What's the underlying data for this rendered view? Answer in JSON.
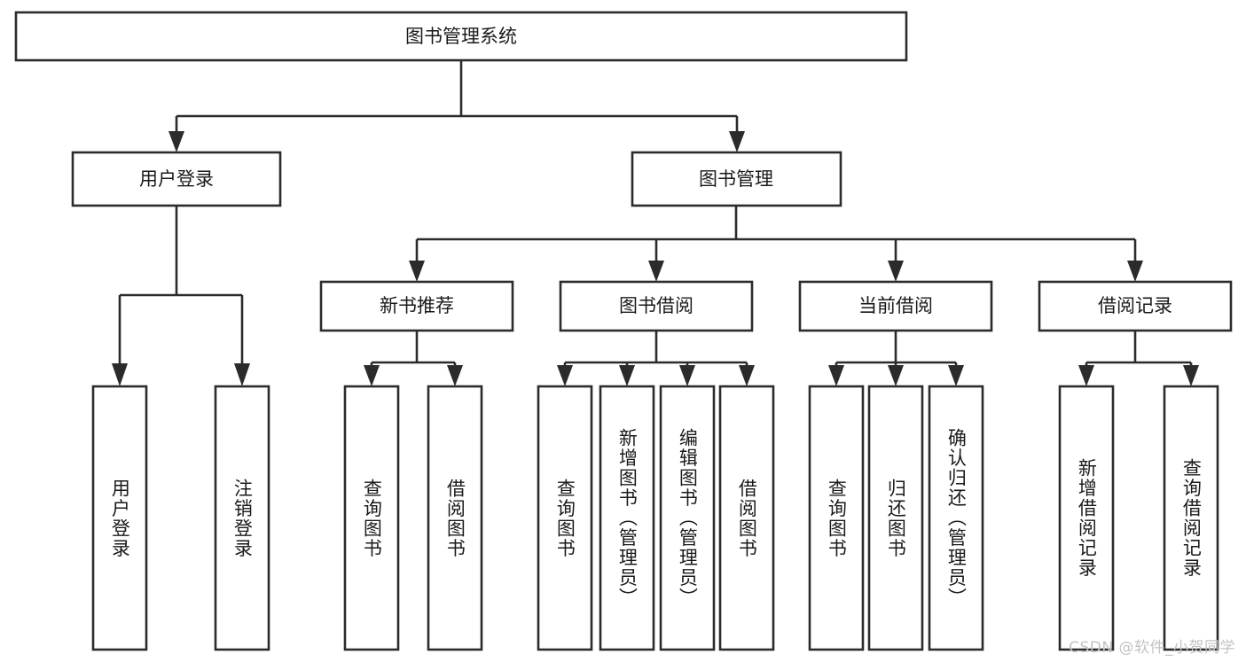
{
  "diagram": {
    "title": "图书管理系统",
    "type": "tree-hierarchy-chart",
    "watermark": "CSDN @软件_小贺同学",
    "colors": {
      "stroke": "#2b2b2b",
      "fill": "#ffffff",
      "text": "#1a1a1a",
      "watermark": "#c3c3c3"
    },
    "root": {
      "label": "图书管理系统"
    },
    "level2": [
      {
        "label": "用户登录"
      },
      {
        "label": "图书管理"
      }
    ],
    "level3": [
      {
        "label": "新书推荐"
      },
      {
        "label": "图书借阅"
      },
      {
        "label": "当前借阅"
      },
      {
        "label": "借阅记录"
      }
    ],
    "leaves": {
      "user_login": [
        {
          "label": "用户登录"
        },
        {
          "label": "注销登录"
        }
      ],
      "new_book_recommend": [
        {
          "label": "查询图书"
        },
        {
          "label": "借阅图书"
        }
      ],
      "book_borrow": [
        {
          "label": "查询图书"
        },
        {
          "label": "新增图书（管理员）"
        },
        {
          "label": "编辑图书（管理员）"
        },
        {
          "label": "借阅图书"
        }
      ],
      "current_borrow": [
        {
          "label": "查询图书"
        },
        {
          "label": "归还图书"
        },
        {
          "label": "确认归还（管理员）"
        }
      ],
      "borrow_record": [
        {
          "label": "新增借阅记录"
        },
        {
          "label": "查询借阅记录"
        }
      ]
    }
  }
}
